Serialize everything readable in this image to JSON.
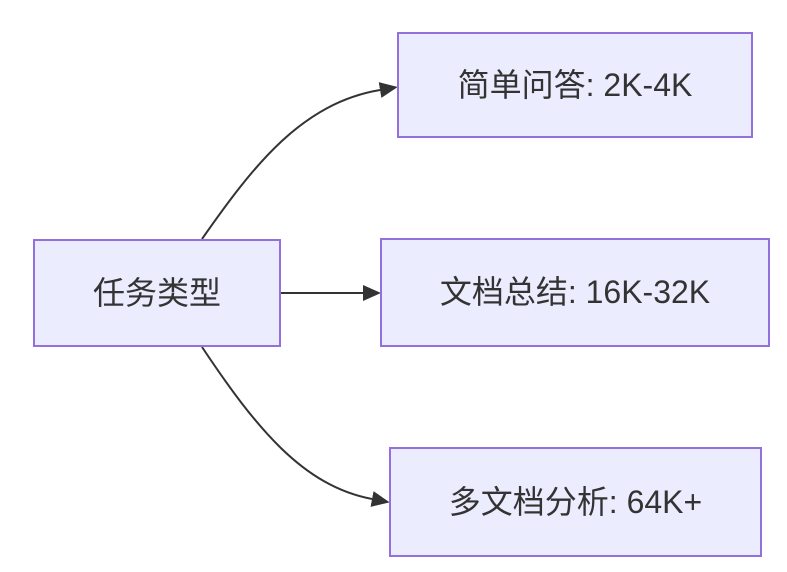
{
  "diagram": {
    "type": "flowchart",
    "colors": {
      "background": "#ffffff",
      "node_fill": "#ECECFF",
      "node_border": "#9370DB",
      "arrow_color": "#333333",
      "text_color": "#333333"
    },
    "root": {
      "label": "任务类型"
    },
    "branches": [
      {
        "label": "简单问答: 2K-4K"
      },
      {
        "label": "文档总结: 16K-32K"
      },
      {
        "label": "多文档分析: 64K+"
      }
    ],
    "edges": [
      {
        "from": "任务类型",
        "to": "简单问答: 2K-4K"
      },
      {
        "from": "任务类型",
        "to": "文档总结: 16K-32K"
      },
      {
        "from": "任务类型",
        "to": "多文档分析: 64K+"
      }
    ]
  }
}
